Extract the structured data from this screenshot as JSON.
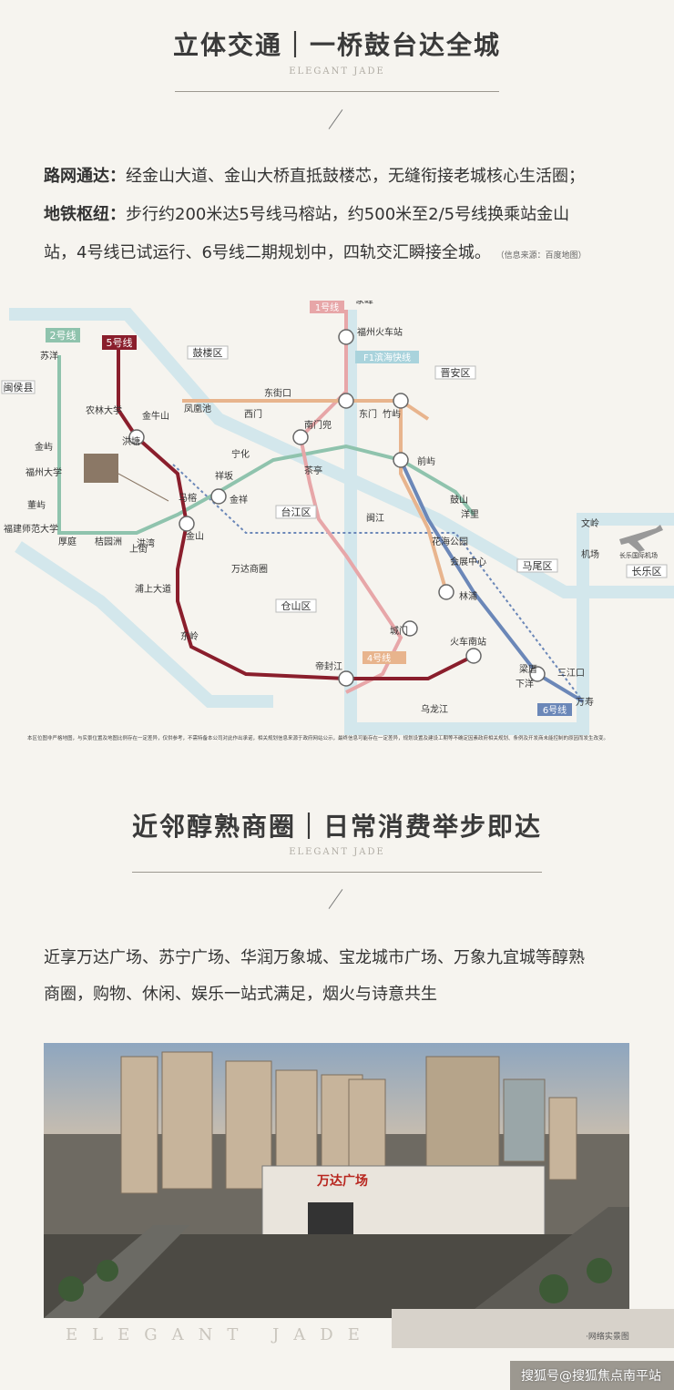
{
  "section1": {
    "title": "立体交通｜一桥鼓台达全城",
    "subtitle": "ELEGANT JADE"
  },
  "traffic": {
    "road_label": "路网通达：",
    "road_text": "经金山大道、金山大桥直抵鼓楼芯，无缝衔接老城核心生活圈；",
    "metro_label": "地铁枢纽：",
    "metro_text_1": "步行约200米达5号线马榕站，约500米至2/5号线换乘站金山",
    "metro_text_2": "站，4号线已试运行、6号线二期规划中，四轨交汇瞬接全城。",
    "source": "（信息来源：百度地图）"
  },
  "map": {
    "lines": [
      {
        "name": "1号线",
        "color": "#e7a6a8"
      },
      {
        "name": "2号线",
        "color": "#8fc3ad"
      },
      {
        "name": "4号线",
        "color": "#e8b48d"
      },
      {
        "name": "5号线",
        "color": "#8a1e2c"
      },
      {
        "name": "6号线",
        "color": "#6b87b8"
      },
      {
        "name": "F1滨海快线",
        "color": "#a9d3dc"
      }
    ],
    "districts": [
      "鼓楼区",
      "晋安区",
      "台江区",
      "仓山区",
      "马尾区",
      "长乐区",
      "闽侯县"
    ],
    "stations": [
      "苏洋",
      "金屿",
      "福州大学",
      "董屿",
      "福建师范大学",
      "农林大学",
      "金牛山",
      "洪塘",
      "马榕",
      "金山",
      "浦上大道",
      "东岭",
      "帝封江",
      "城门",
      "火车南站",
      "林浦",
      "福州火车站",
      "东门",
      "竹屿",
      "前屿",
      "鼓山",
      "洋里",
      "象峰",
      "西门",
      "东街口",
      "南门兜",
      "茶亭",
      "宁化",
      "祥坂",
      "金祥",
      "凤凰池",
      "厚庭",
      "桔园洲",
      "洪湾",
      "闽江",
      "万达商圈",
      "三江口",
      "下洋",
      "梁厝",
      "万寿",
      "文岭",
      "机场",
      "会展中心",
      "花海公园",
      "乌龙江",
      "上街",
      "长乐国际机场"
    ],
    "disclaimer": "本区位图非严格地图，与实景位置及地图比例存在一定差异，仅供参考，不需特备本公司对此作出承诺，相关规划信息来源于政府网站公示，最终信息可能存在一定差异，规划设置及建设工期等不确定因素政府相关规划、条例及开发商未能控制的原因而发生改变。"
  },
  "section2": {
    "title": "近邻醇熟商圈｜日常消费举步即达",
    "subtitle": "ELEGANT JADE"
  },
  "commerce": {
    "line1": "近享万达广场、苏宁广场、华润万象城、宝龙城市广场、万象九宜城等醇熟",
    "line2": "商圈，购物、休闲、娱乐一站式满足，烟火与诗意共生"
  },
  "photo": {
    "sign": "万达广场",
    "caption": "·网络实景图",
    "brand": "ELEGANT JADE"
  },
  "footer": {
    "text": "搜狐号@搜狐焦点南平站"
  }
}
